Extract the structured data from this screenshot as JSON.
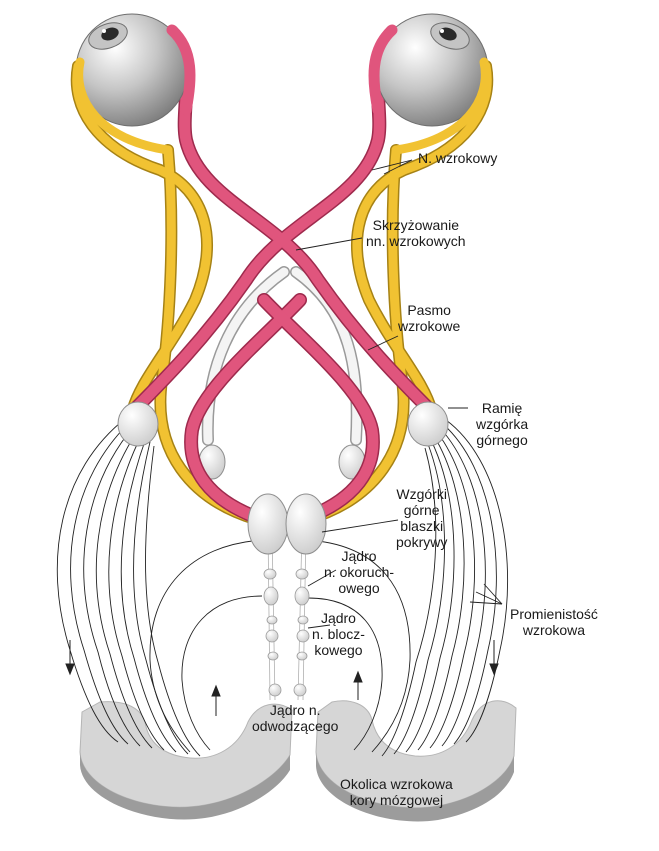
{
  "labels": {
    "optic_nerve": "N. wzrokowy",
    "chiasm": [
      "Skrzyżowanie",
      "nn. wzrokowych"
    ],
    "optic_tract": [
      "Pasmo",
      "wzrokowe"
    ],
    "brachium": [
      "Ramię",
      "wzgórka",
      "górnego"
    ],
    "colliculi": [
      "Wzgórki",
      "górne",
      "blaszki",
      "pokrywy"
    ],
    "oculomotor": [
      "Jądro",
      "n. okoruch-",
      "owego"
    ],
    "trochlear": [
      "Jądro",
      "n. blocz-",
      "kowego"
    ],
    "radiation": [
      "Promienistość",
      "wzrokowa"
    ],
    "abducens": [
      "Jądro  n.",
      "odwodzącego"
    ],
    "visual_cortex": [
      "Okolica wzrokowa",
      "kory mózgowej"
    ]
  },
  "colors": {
    "yellow": "#f1c232",
    "pink": "#e0557d",
    "gray_structure": "#dcdcdc",
    "cortex": "#d3d3d3",
    "line": "#222222"
  }
}
